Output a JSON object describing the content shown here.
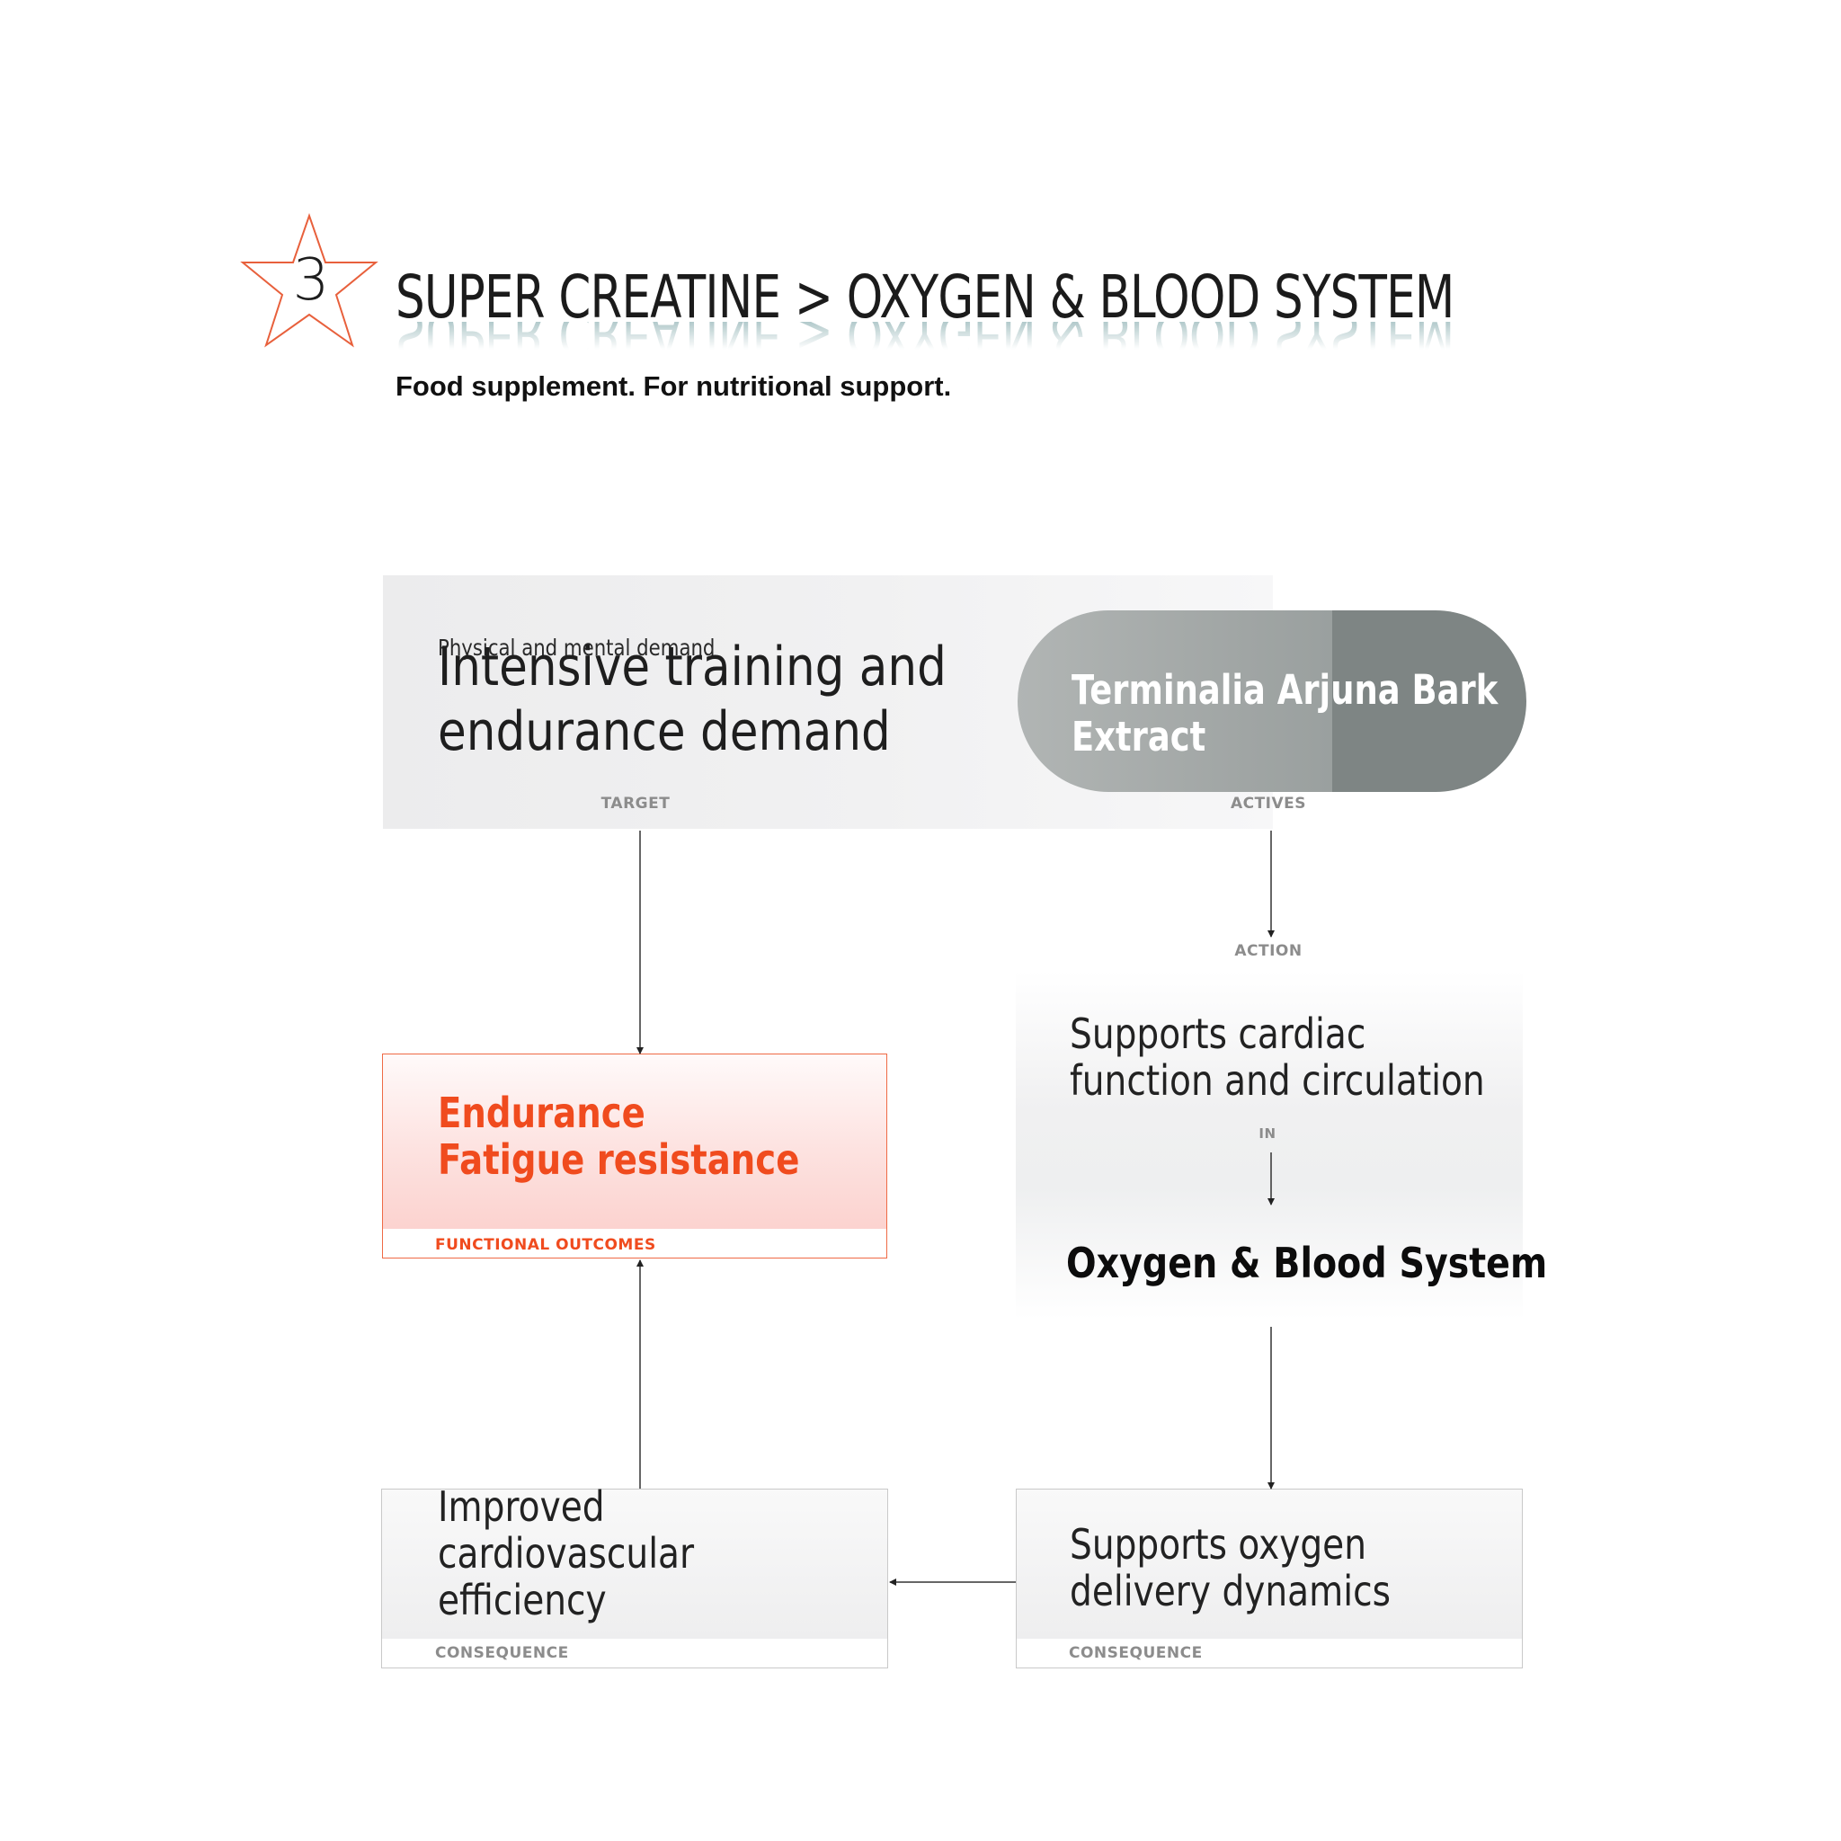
{
  "header": {
    "step_number": "3",
    "title": "SUPER CREATINE > OXYGEN & BLOOD SYSTEM",
    "subtitle": "Food supplement. For nutritional support."
  },
  "target_box": {
    "label": "Physical and mental demand",
    "text_line1": "Intensive training and",
    "text_line2": "endurance demand",
    "caption": "TARGET"
  },
  "actives_box": {
    "text_line1": "Terminalia Arjuna Bark",
    "text_line2": "Extract",
    "caption": "ACTIVES"
  },
  "action": {
    "caption": "ACTION",
    "text_line1": "Supports cardiac",
    "text_line2": "function and circulation",
    "in_label": "IN",
    "system": "Oxygen & Blood System"
  },
  "outcome_box": {
    "text_line1": "Endurance",
    "text_line2": "Fatigue resistance",
    "caption": "FUNCTIONAL OUTCOMES"
  },
  "consequence_left": {
    "text_line1": "Improved",
    "text_line2": "cardiovascular",
    "text_line3": "efficiency",
    "caption": "CONSEQUENCE"
  },
  "consequence_right": {
    "text_line1": "Supports oxygen",
    "text_line2": "delivery dynamics",
    "caption": "CONSEQUENCE"
  },
  "colors": {
    "accent": "#f04b1e",
    "star_outline": "#e8603c",
    "pill_dark": "#7e8584",
    "pill_light": "#b1b5b4",
    "caption_gray": "#8c8c8c"
  },
  "icons": {
    "step_marker": "star-outline-icon"
  }
}
